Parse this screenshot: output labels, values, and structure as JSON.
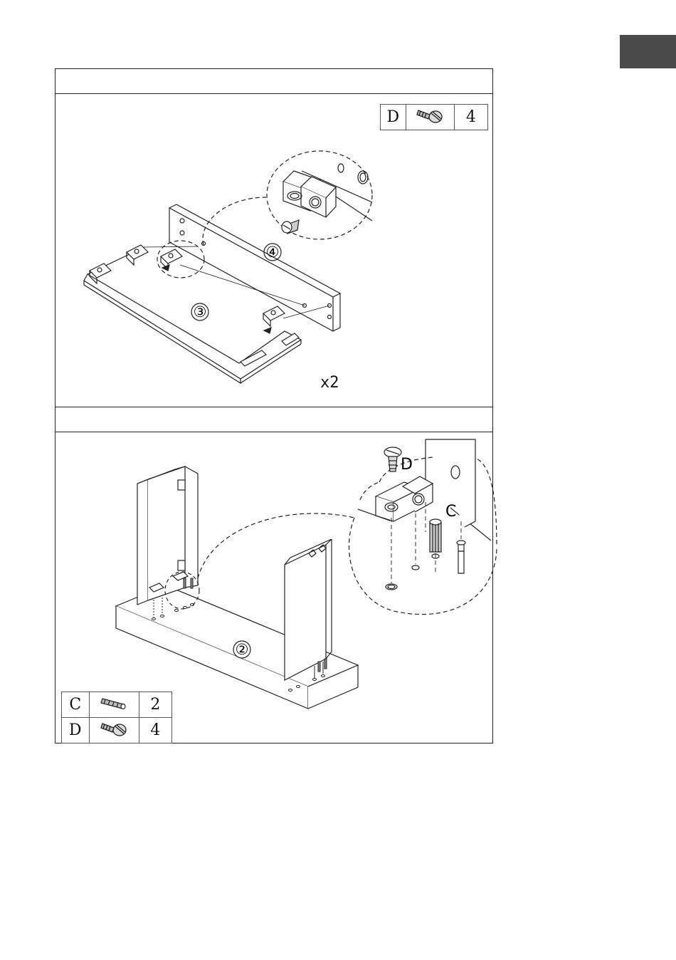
{
  "page": {
    "section_tab_color": "#4a4a4a"
  },
  "step1": {
    "parts": [
      {
        "code": "D",
        "icon": "screw-icon",
        "qty": "4"
      }
    ],
    "multiplier": "x2",
    "part_numbers": {
      "bottom_panel": "③",
      "side_rail": "④"
    }
  },
  "step2": {
    "parts": [
      {
        "code": "C",
        "icon": "wooden-dowel-icon",
        "qty": "2"
      },
      {
        "code": "D",
        "icon": "screw-icon",
        "qty": "4"
      }
    ],
    "part_numbers": {
      "base": "②"
    },
    "detail_labels": {
      "screw": "D",
      "dowel": "C"
    }
  }
}
